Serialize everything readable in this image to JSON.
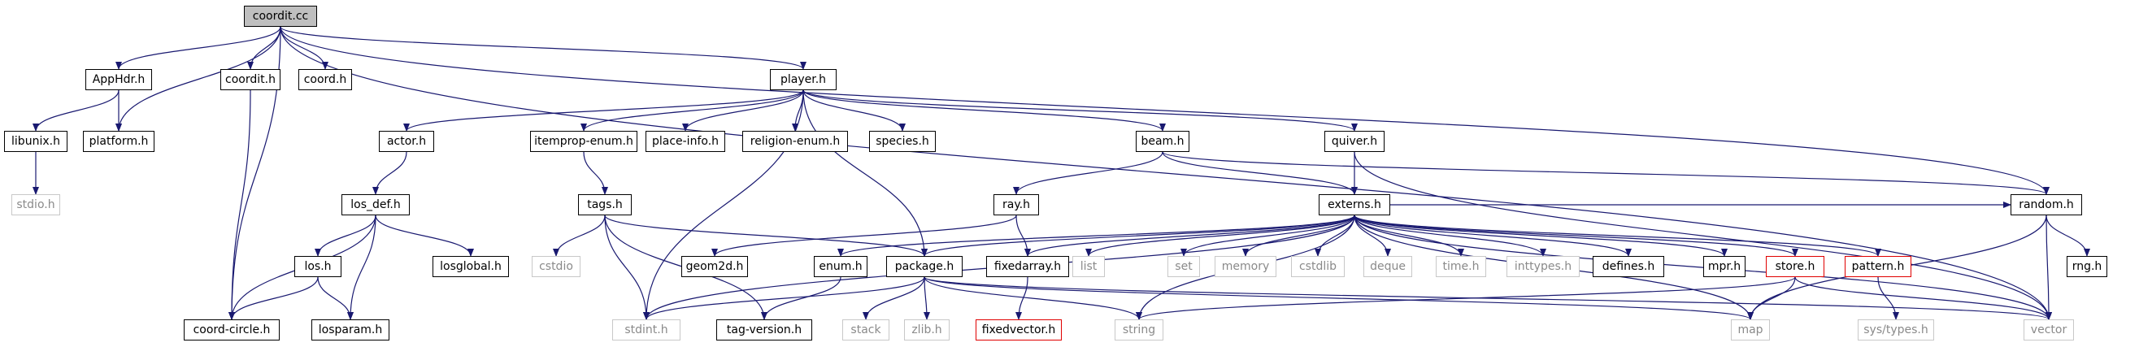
{
  "colors": {
    "edge": "#191970",
    "border": "#000000",
    "external_border": "#c8c8c8",
    "external_text": "#8a8a8a",
    "missing_border": "#e00000",
    "root_fill": "#bfbfbf"
  },
  "nodes": [
    {
      "id": "coordit_cc",
      "label": "coordit.cc",
      "kind": "root"
    },
    {
      "id": "apphdr_h",
      "label": "AppHdr.h",
      "kind": "linked"
    },
    {
      "id": "coordit_h",
      "label": "coordit.h",
      "kind": "linked"
    },
    {
      "id": "coord_h",
      "label": "coord.h",
      "kind": "linked"
    },
    {
      "id": "player_h",
      "label": "player.h",
      "kind": "linked"
    },
    {
      "id": "libunix_h",
      "label": "libunix.h",
      "kind": "linked"
    },
    {
      "id": "platform_h",
      "label": "platform.h",
      "kind": "linked"
    },
    {
      "id": "stdio_h",
      "label": "stdio.h",
      "kind": "external"
    },
    {
      "id": "actor_h",
      "label": "actor.h",
      "kind": "linked"
    },
    {
      "id": "itemprop_enum_h",
      "label": "itemprop-enum.h",
      "kind": "linked"
    },
    {
      "id": "place_info_h",
      "label": "place-info.h",
      "kind": "linked"
    },
    {
      "id": "religion_enum_h",
      "label": "religion-enum.h",
      "kind": "linked"
    },
    {
      "id": "species_h",
      "label": "species.h",
      "kind": "linked"
    },
    {
      "id": "beam_h",
      "label": "beam.h",
      "kind": "linked"
    },
    {
      "id": "quiver_h",
      "label": "quiver.h",
      "kind": "linked"
    },
    {
      "id": "los_def_h",
      "label": "los_def.h",
      "kind": "linked"
    },
    {
      "id": "tags_h",
      "label": "tags.h",
      "kind": "linked"
    },
    {
      "id": "ray_h",
      "label": "ray.h",
      "kind": "linked"
    },
    {
      "id": "externs_h",
      "label": "externs.h",
      "kind": "linked"
    },
    {
      "id": "random_h",
      "label": "random.h",
      "kind": "linked"
    },
    {
      "id": "los_h",
      "label": "los.h",
      "kind": "linked"
    },
    {
      "id": "losglobal_h",
      "label": "losglobal.h",
      "kind": "linked"
    },
    {
      "id": "cstdio",
      "label": "cstdio",
      "kind": "external"
    },
    {
      "id": "geom2d_h",
      "label": "geom2d.h",
      "kind": "linked"
    },
    {
      "id": "enum_h",
      "label": "enum.h",
      "kind": "linked"
    },
    {
      "id": "package_h",
      "label": "package.h",
      "kind": "linked"
    },
    {
      "id": "fixedarray_h",
      "label": "fixedarray.h",
      "kind": "linked"
    },
    {
      "id": "list",
      "label": "list",
      "kind": "external"
    },
    {
      "id": "set",
      "label": "set",
      "kind": "external"
    },
    {
      "id": "memory",
      "label": "memory",
      "kind": "external"
    },
    {
      "id": "cstdlib",
      "label": "cstdlib",
      "kind": "external"
    },
    {
      "id": "deque",
      "label": "deque",
      "kind": "external"
    },
    {
      "id": "time_h",
      "label": "time.h",
      "kind": "external"
    },
    {
      "id": "inttypes_h",
      "label": "inttypes.h",
      "kind": "external"
    },
    {
      "id": "defines_h",
      "label": "defines.h",
      "kind": "linked"
    },
    {
      "id": "mpr_h",
      "label": "mpr.h",
      "kind": "linked"
    },
    {
      "id": "store_h",
      "label": "store.h",
      "kind": "missing"
    },
    {
      "id": "pattern_h",
      "label": "pattern.h",
      "kind": "missing"
    },
    {
      "id": "rng_h",
      "label": "rng.h",
      "kind": "linked"
    },
    {
      "id": "coord_circle_h",
      "label": "coord-circle.h",
      "kind": "linked"
    },
    {
      "id": "losparam_h",
      "label": "losparam.h",
      "kind": "linked"
    },
    {
      "id": "stdint_h",
      "label": "stdint.h",
      "kind": "external"
    },
    {
      "id": "tag_version_h",
      "label": "tag-version.h",
      "kind": "linked"
    },
    {
      "id": "stack",
      "label": "stack",
      "kind": "external"
    },
    {
      "id": "zlib_h",
      "label": "zlib.h",
      "kind": "external"
    },
    {
      "id": "fixedvector_h",
      "label": "fixedvector.h",
      "kind": "missing"
    },
    {
      "id": "string",
      "label": "string",
      "kind": "external"
    },
    {
      "id": "map",
      "label": "map",
      "kind": "external"
    },
    {
      "id": "sys_types_h",
      "label": "sys/types.h",
      "kind": "external"
    },
    {
      "id": "vector",
      "label": "vector",
      "kind": "external"
    }
  ],
  "edges": [
    [
      "coordit_cc",
      "apphdr_h"
    ],
    [
      "coordit_cc",
      "coordit_h"
    ],
    [
      "coordit_cc",
      "coord_h"
    ],
    [
      "coordit_cc",
      "player_h"
    ],
    [
      "coordit_cc",
      "coord_circle_h"
    ],
    [
      "coordit_cc",
      "platform_h"
    ],
    [
      "coordit_cc",
      "random_h"
    ],
    [
      "coordit_cc",
      "vector"
    ],
    [
      "apphdr_h",
      "libunix_h"
    ],
    [
      "apphdr_h",
      "platform_h"
    ],
    [
      "libunix_h",
      "stdio_h"
    ],
    [
      "coordit_h",
      "coord_circle_h"
    ],
    [
      "player_h",
      "actor_h"
    ],
    [
      "player_h",
      "itemprop_enum_h"
    ],
    [
      "player_h",
      "place_info_h"
    ],
    [
      "player_h",
      "religion_enum_h"
    ],
    [
      "player_h",
      "species_h"
    ],
    [
      "player_h",
      "beam_h"
    ],
    [
      "player_h",
      "quiver_h"
    ],
    [
      "player_h",
      "package_h"
    ],
    [
      "player_h",
      "stdint_h"
    ],
    [
      "actor_h",
      "los_def_h"
    ],
    [
      "los_def_h",
      "los_h"
    ],
    [
      "los_def_h",
      "losglobal_h"
    ],
    [
      "los_def_h",
      "losparam_h"
    ],
    [
      "los_def_h",
      "coord_circle_h"
    ],
    [
      "los_h",
      "coord_circle_h"
    ],
    [
      "los_h",
      "losparam_h"
    ],
    [
      "itemprop_enum_h",
      "tags_h"
    ],
    [
      "tags_h",
      "cstdio"
    ],
    [
      "tags_h",
      "stdint_h"
    ],
    [
      "tags_h",
      "tag_version_h"
    ],
    [
      "tags_h",
      "package_h"
    ],
    [
      "beam_h",
      "ray_h"
    ],
    [
      "beam_h",
      "externs_h"
    ],
    [
      "beam_h",
      "random_h"
    ],
    [
      "quiver_h",
      "externs_h"
    ],
    [
      "quiver_h",
      "vector"
    ],
    [
      "ray_h",
      "geom2d_h"
    ],
    [
      "ray_h",
      "fixedarray_h"
    ],
    [
      "externs_h",
      "stdint_h"
    ],
    [
      "externs_h",
      "enum_h"
    ],
    [
      "externs_h",
      "package_h"
    ],
    [
      "externs_h",
      "fixedarray_h"
    ],
    [
      "externs_h",
      "list"
    ],
    [
      "externs_h",
      "set"
    ],
    [
      "externs_h",
      "memory"
    ],
    [
      "externs_h",
      "cstdlib"
    ],
    [
      "externs_h",
      "deque"
    ],
    [
      "externs_h",
      "time_h"
    ],
    [
      "externs_h",
      "inttypes_h"
    ],
    [
      "externs_h",
      "defines_h"
    ],
    [
      "externs_h",
      "mpr_h"
    ],
    [
      "externs_h",
      "store_h"
    ],
    [
      "externs_h",
      "pattern_h"
    ],
    [
      "externs_h",
      "random_h"
    ],
    [
      "externs_h",
      "string"
    ],
    [
      "externs_h",
      "map"
    ],
    [
      "externs_h",
      "vector"
    ],
    [
      "random_h",
      "rng_h"
    ],
    [
      "random_h",
      "vector"
    ],
    [
      "random_h",
      "map"
    ],
    [
      "enum_h",
      "tag_version_h"
    ],
    [
      "package_h",
      "stack"
    ],
    [
      "package_h",
      "zlib_h"
    ],
    [
      "package_h",
      "string"
    ],
    [
      "package_h",
      "map"
    ],
    [
      "package_h",
      "vector"
    ],
    [
      "package_h",
      "stdint_h"
    ],
    [
      "fixedarray_h",
      "fixedvector_h"
    ],
    [
      "store_h",
      "string"
    ],
    [
      "store_h",
      "map"
    ],
    [
      "store_h",
      "vector"
    ],
    [
      "pattern_h",
      "sys_types_h"
    ]
  ]
}
